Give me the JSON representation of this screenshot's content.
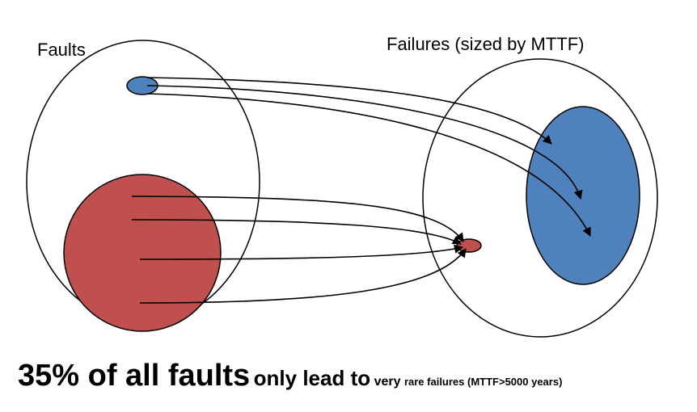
{
  "labels": {
    "faults": "Faults",
    "failures": "Failures (sized by MTTF)"
  },
  "caption": {
    "part1": "35% of all faults",
    "part2": "only lead to",
    "part3": "very",
    "part4": "rare failures (MTTF>5000 years)"
  },
  "colors": {
    "blue": "#4f81bd",
    "red": "#c0504d",
    "stroke": "#000000"
  }
}
